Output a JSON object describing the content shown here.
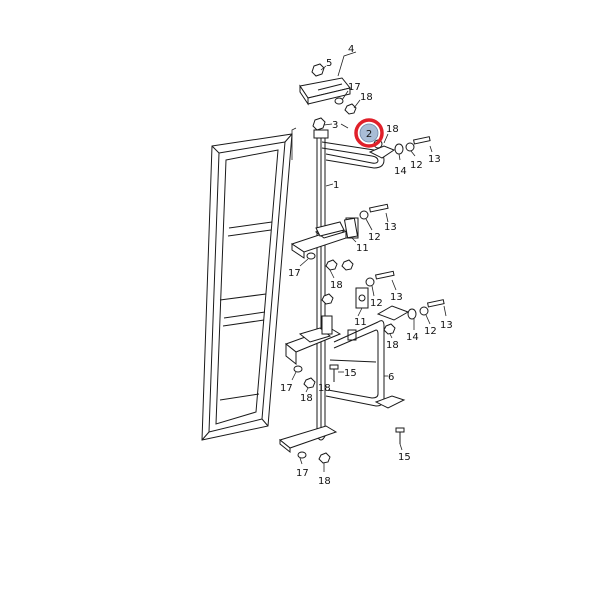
{
  "highlight": {
    "part": "2",
    "ring_color": "#e0202a"
  },
  "labels": {
    "p1": "1",
    "p2": "2",
    "p3": "3",
    "p4": "4",
    "p5": "5",
    "p6": "6",
    "p11a": "11",
    "p11b": "11",
    "p12a": "12",
    "p12b": "12",
    "p12c": "12",
    "p12d": "12",
    "p13a": "13",
    "p13b": "13",
    "p13c": "13",
    "p13d": "13",
    "p14a": "14",
    "p14b": "14",
    "p15a": "15",
    "p15b": "15",
    "p17a": "17",
    "p17b": "17",
    "p17c": "17",
    "p17d": "17",
    "p18a": "18",
    "p18b": "18",
    "p18c": "18",
    "p18d": "18",
    "p18e": "18",
    "p18f": "18",
    "p18g": "18"
  }
}
